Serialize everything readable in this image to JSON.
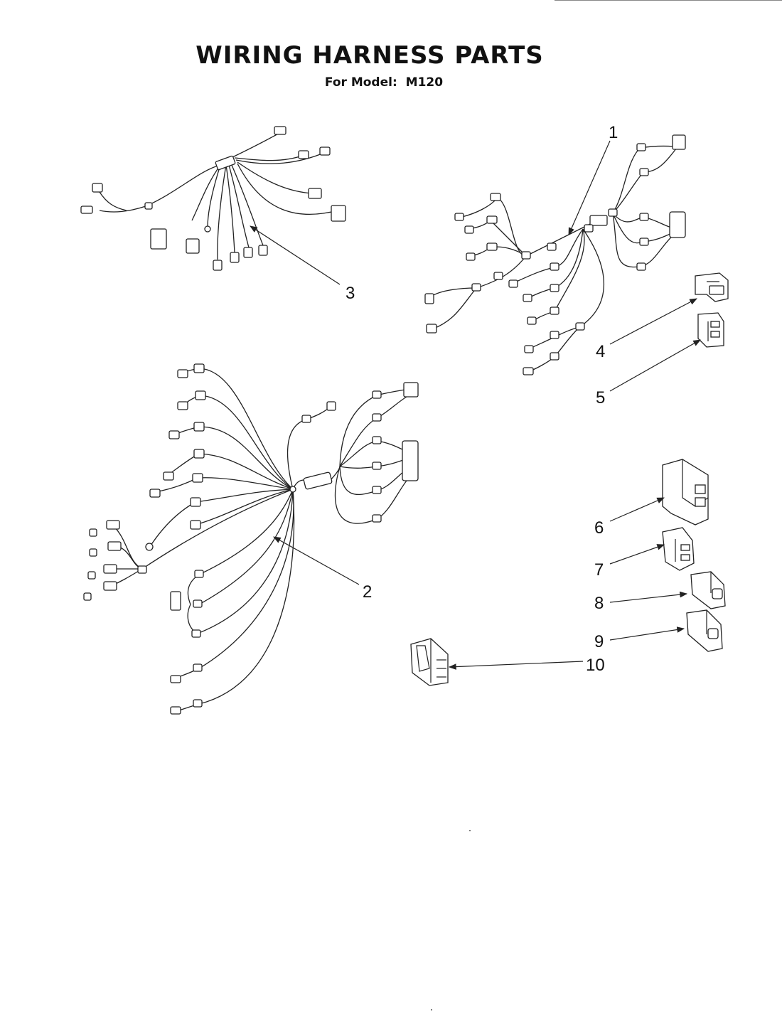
{
  "title": "WIRING HARNESS PARTS",
  "subtitle": {
    "label": "For Model:",
    "model": "M120"
  },
  "callouts": [
    "1",
    "2",
    "3",
    "4",
    "5",
    "6",
    "7",
    "8",
    "9",
    "10"
  ]
}
